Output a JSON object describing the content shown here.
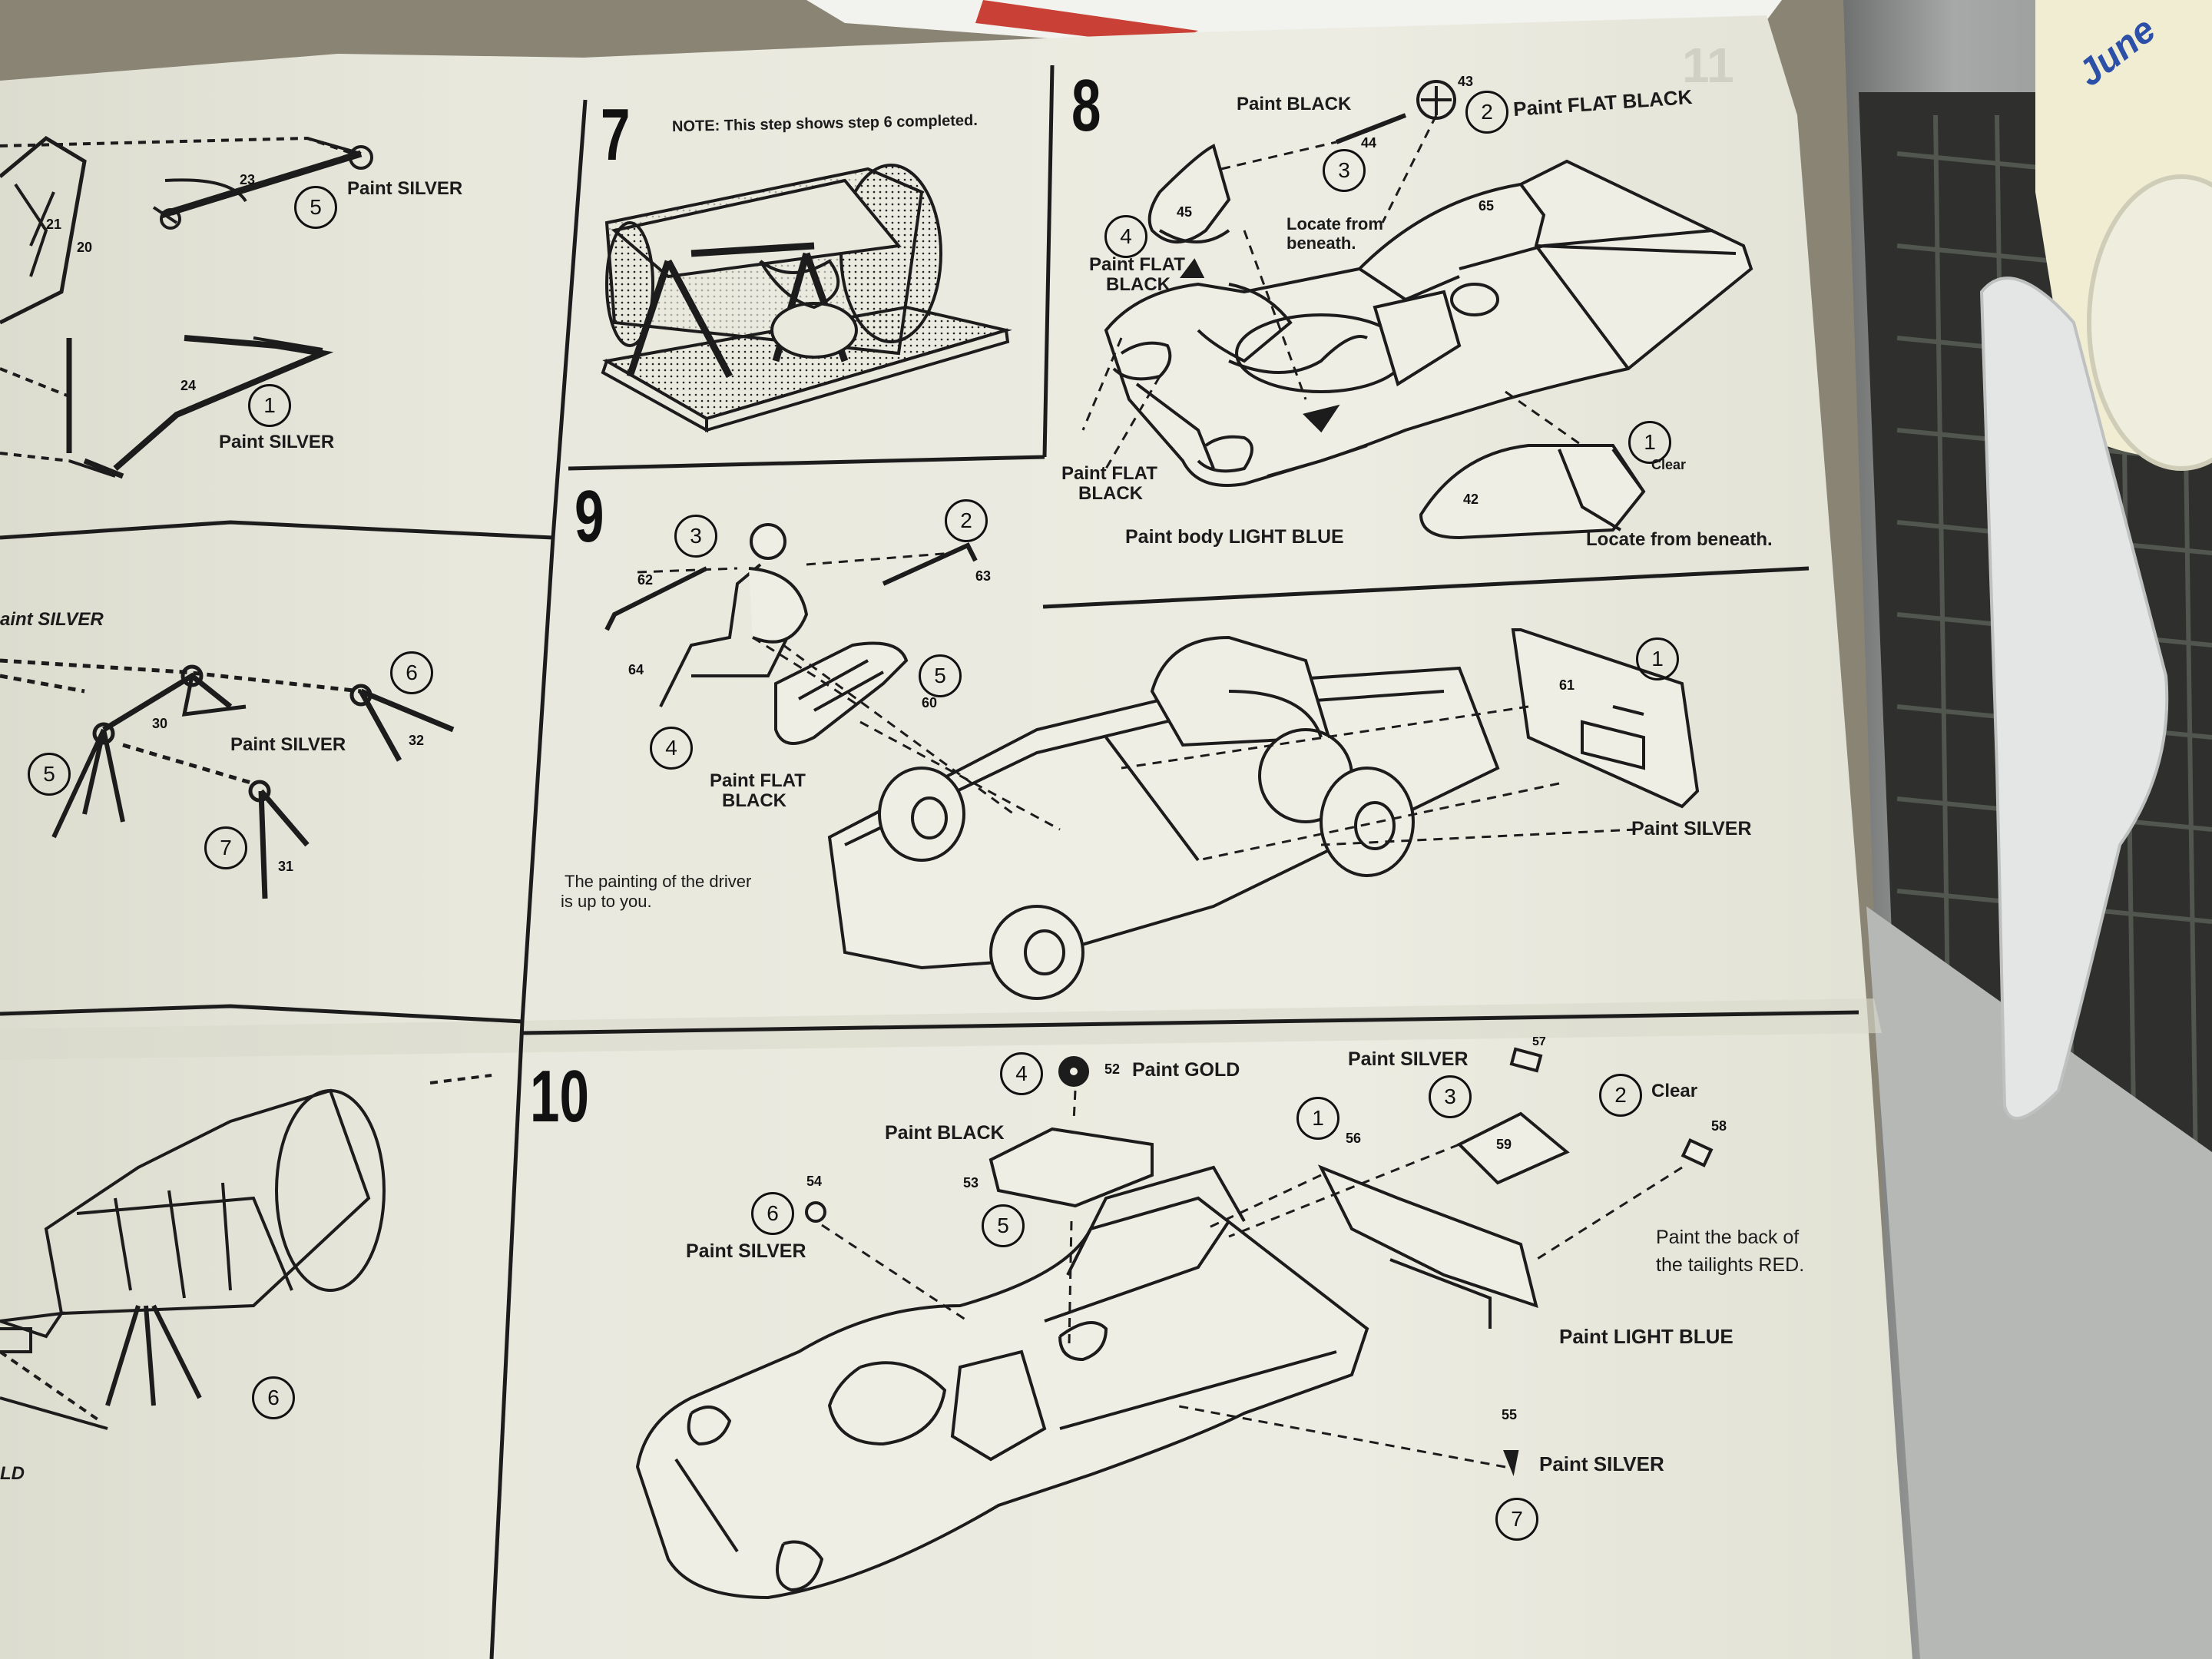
{
  "sheet": {
    "left_panels": {
      "top": {
        "parts": [
          "23",
          "21",
          "20",
          "24"
        ],
        "steps": [
          "5",
          "1"
        ],
        "labels": [
          "Paint SILVER",
          "Paint SILVER"
        ]
      },
      "middle": {
        "parts": [
          "30",
          "32",
          "31"
        ],
        "steps": [
          "6",
          "5",
          "7"
        ],
        "labels": [
          "Paint SILVER",
          "Paint SILVER"
        ]
      },
      "bottom": {
        "steps": [
          "6"
        ],
        "labels": [
          "LD"
        ]
      }
    },
    "step7": {
      "number": "7",
      "note": "NOTE: This step shows step 6 completed."
    },
    "step8": {
      "number": "8",
      "parts": [
        "43",
        "44",
        "45",
        "65",
        "42"
      ],
      "steps": [
        "2",
        "3",
        "4",
        "1"
      ],
      "labels": {
        "paint_black": "Paint BLACK",
        "paint_flat_black_wheel": "Paint FLAT BLACK",
        "locate_from": "Locate from",
        "beneath": "beneath.",
        "paint_flat": "Paint FLAT",
        "black": "BLACK",
        "paint_flat_2": "Paint FLAT",
        "black_2": "BLACK",
        "clear": "Clear",
        "body": "Paint body LIGHT BLUE",
        "locate_beneath": "Locate from beneath."
      }
    },
    "step9": {
      "number": "9",
      "parts": [
        "62",
        "63",
        "64",
        "60",
        "61"
      ],
      "steps": [
        "3",
        "2",
        "5",
        "4",
        "1"
      ],
      "labels": {
        "paint_flat": "Paint FLAT",
        "black": "BLACK",
        "driver_1": "The painting of the driver",
        "driver_2": "is up to you.",
        "silver": "Paint SILVER"
      }
    },
    "step10": {
      "number": "10",
      "parts": [
        "52",
        "57",
        "58",
        "56",
        "59",
        "54",
        "53",
        "55"
      ],
      "steps": [
        "4",
        "3",
        "2",
        "1",
        "6",
        "5",
        "7"
      ],
      "labels": {
        "gold": "Paint GOLD",
        "silver_top": "Paint SILVER",
        "clear": "Clear",
        "black": "Paint BLACK",
        "silver_left": "Paint SILVER",
        "tail_1": "Paint the back of",
        "tail_2": "the tailights RED.",
        "light_blue": "Paint LIGHT BLUE",
        "silver_bottom": "Paint SILVER"
      }
    },
    "corner_mark": "11"
  },
  "background": {
    "can_label": "June"
  },
  "colors": {
    "paper": "#e9e9de",
    "ink": "#151515",
    "table": "#8a8574",
    "bin": "#9ea0a0",
    "can": "#f1efd6",
    "red": "#c94036"
  }
}
